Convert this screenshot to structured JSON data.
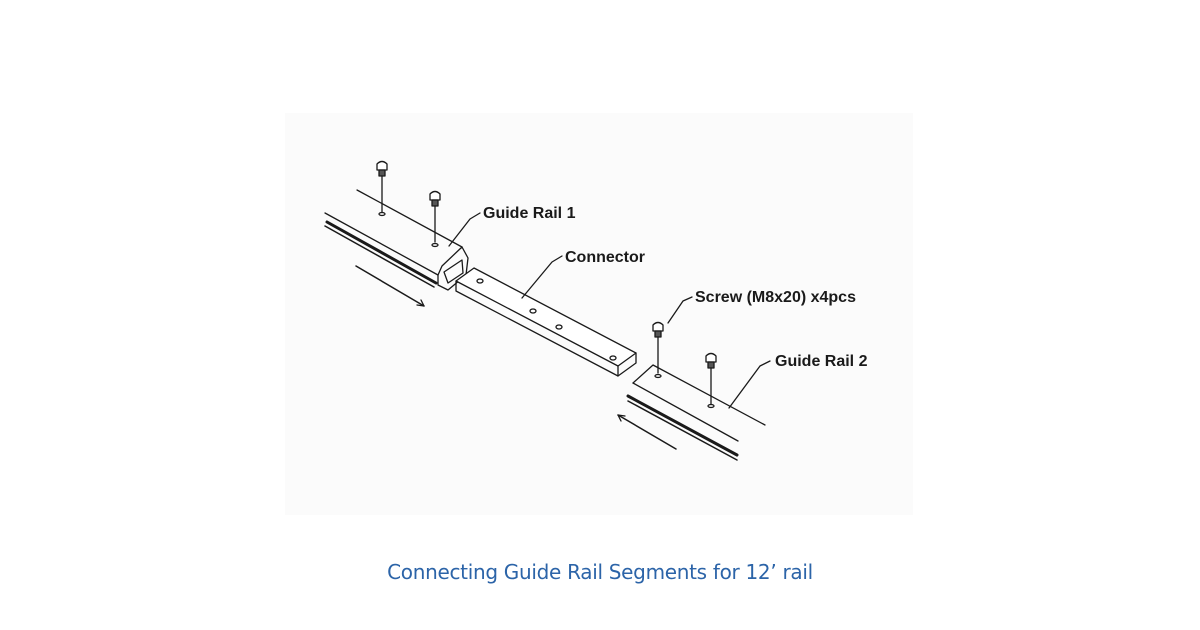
{
  "diagram": {
    "title": "Connecting Guide Rail Segments for 12’ rail",
    "labels": {
      "guide_rail_1": "Guide Rail 1",
      "connector": "Connector",
      "screw": "Screw (M8x20) x4pcs",
      "guide_rail_2": "Guide Rail 2"
    },
    "colors": {
      "caption": "#2c64a8",
      "line": "#1a1a1a",
      "panel_background": "#fbfbfb"
    }
  }
}
